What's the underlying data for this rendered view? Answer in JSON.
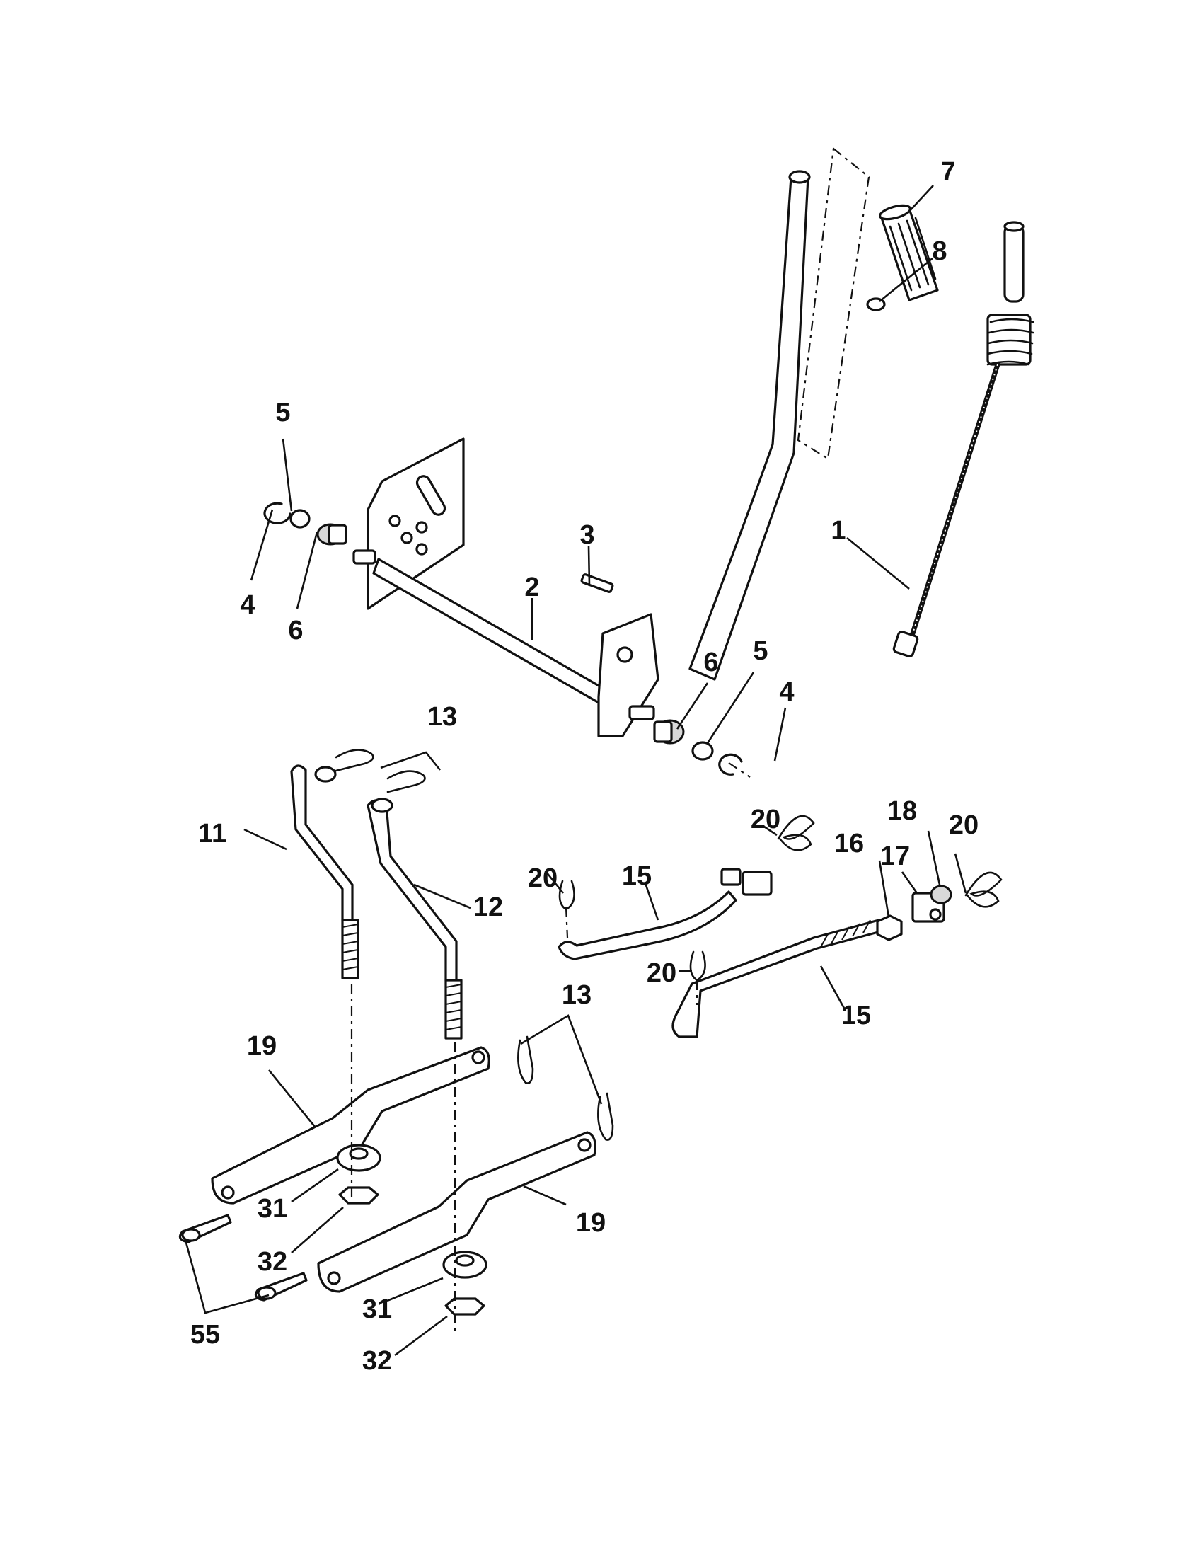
{
  "diagram": {
    "callouts": [
      {
        "id": "c1",
        "text": "1"
      },
      {
        "id": "c2",
        "text": "2"
      },
      {
        "id": "c3",
        "text": "3"
      },
      {
        "id": "c4a",
        "text": "4"
      },
      {
        "id": "c4b",
        "text": "4"
      },
      {
        "id": "c5a",
        "text": "5"
      },
      {
        "id": "c5b",
        "text": "5"
      },
      {
        "id": "c6a",
        "text": "6"
      },
      {
        "id": "c6b",
        "text": "6"
      },
      {
        "id": "c7",
        "text": "7"
      },
      {
        "id": "c8",
        "text": "8"
      },
      {
        "id": "c11",
        "text": "11"
      },
      {
        "id": "c12",
        "text": "12"
      },
      {
        "id": "c13a",
        "text": "13"
      },
      {
        "id": "c13b",
        "text": "13"
      },
      {
        "id": "c15a",
        "text": "15"
      },
      {
        "id": "c15b",
        "text": "15"
      },
      {
        "id": "c16",
        "text": "16"
      },
      {
        "id": "c17",
        "text": "17"
      },
      {
        "id": "c18",
        "text": "18"
      },
      {
        "id": "c19a",
        "text": "19"
      },
      {
        "id": "c19b",
        "text": "19"
      },
      {
        "id": "c20a",
        "text": "20"
      },
      {
        "id": "c20b",
        "text": "20"
      },
      {
        "id": "c20c",
        "text": "20"
      },
      {
        "id": "c20d",
        "text": "20"
      },
      {
        "id": "c31a",
        "text": "31"
      },
      {
        "id": "c31b",
        "text": "31"
      },
      {
        "id": "c32a",
        "text": "32"
      },
      {
        "id": "c32b",
        "text": "32"
      },
      {
        "id": "c55",
        "text": "55"
      }
    ]
  }
}
